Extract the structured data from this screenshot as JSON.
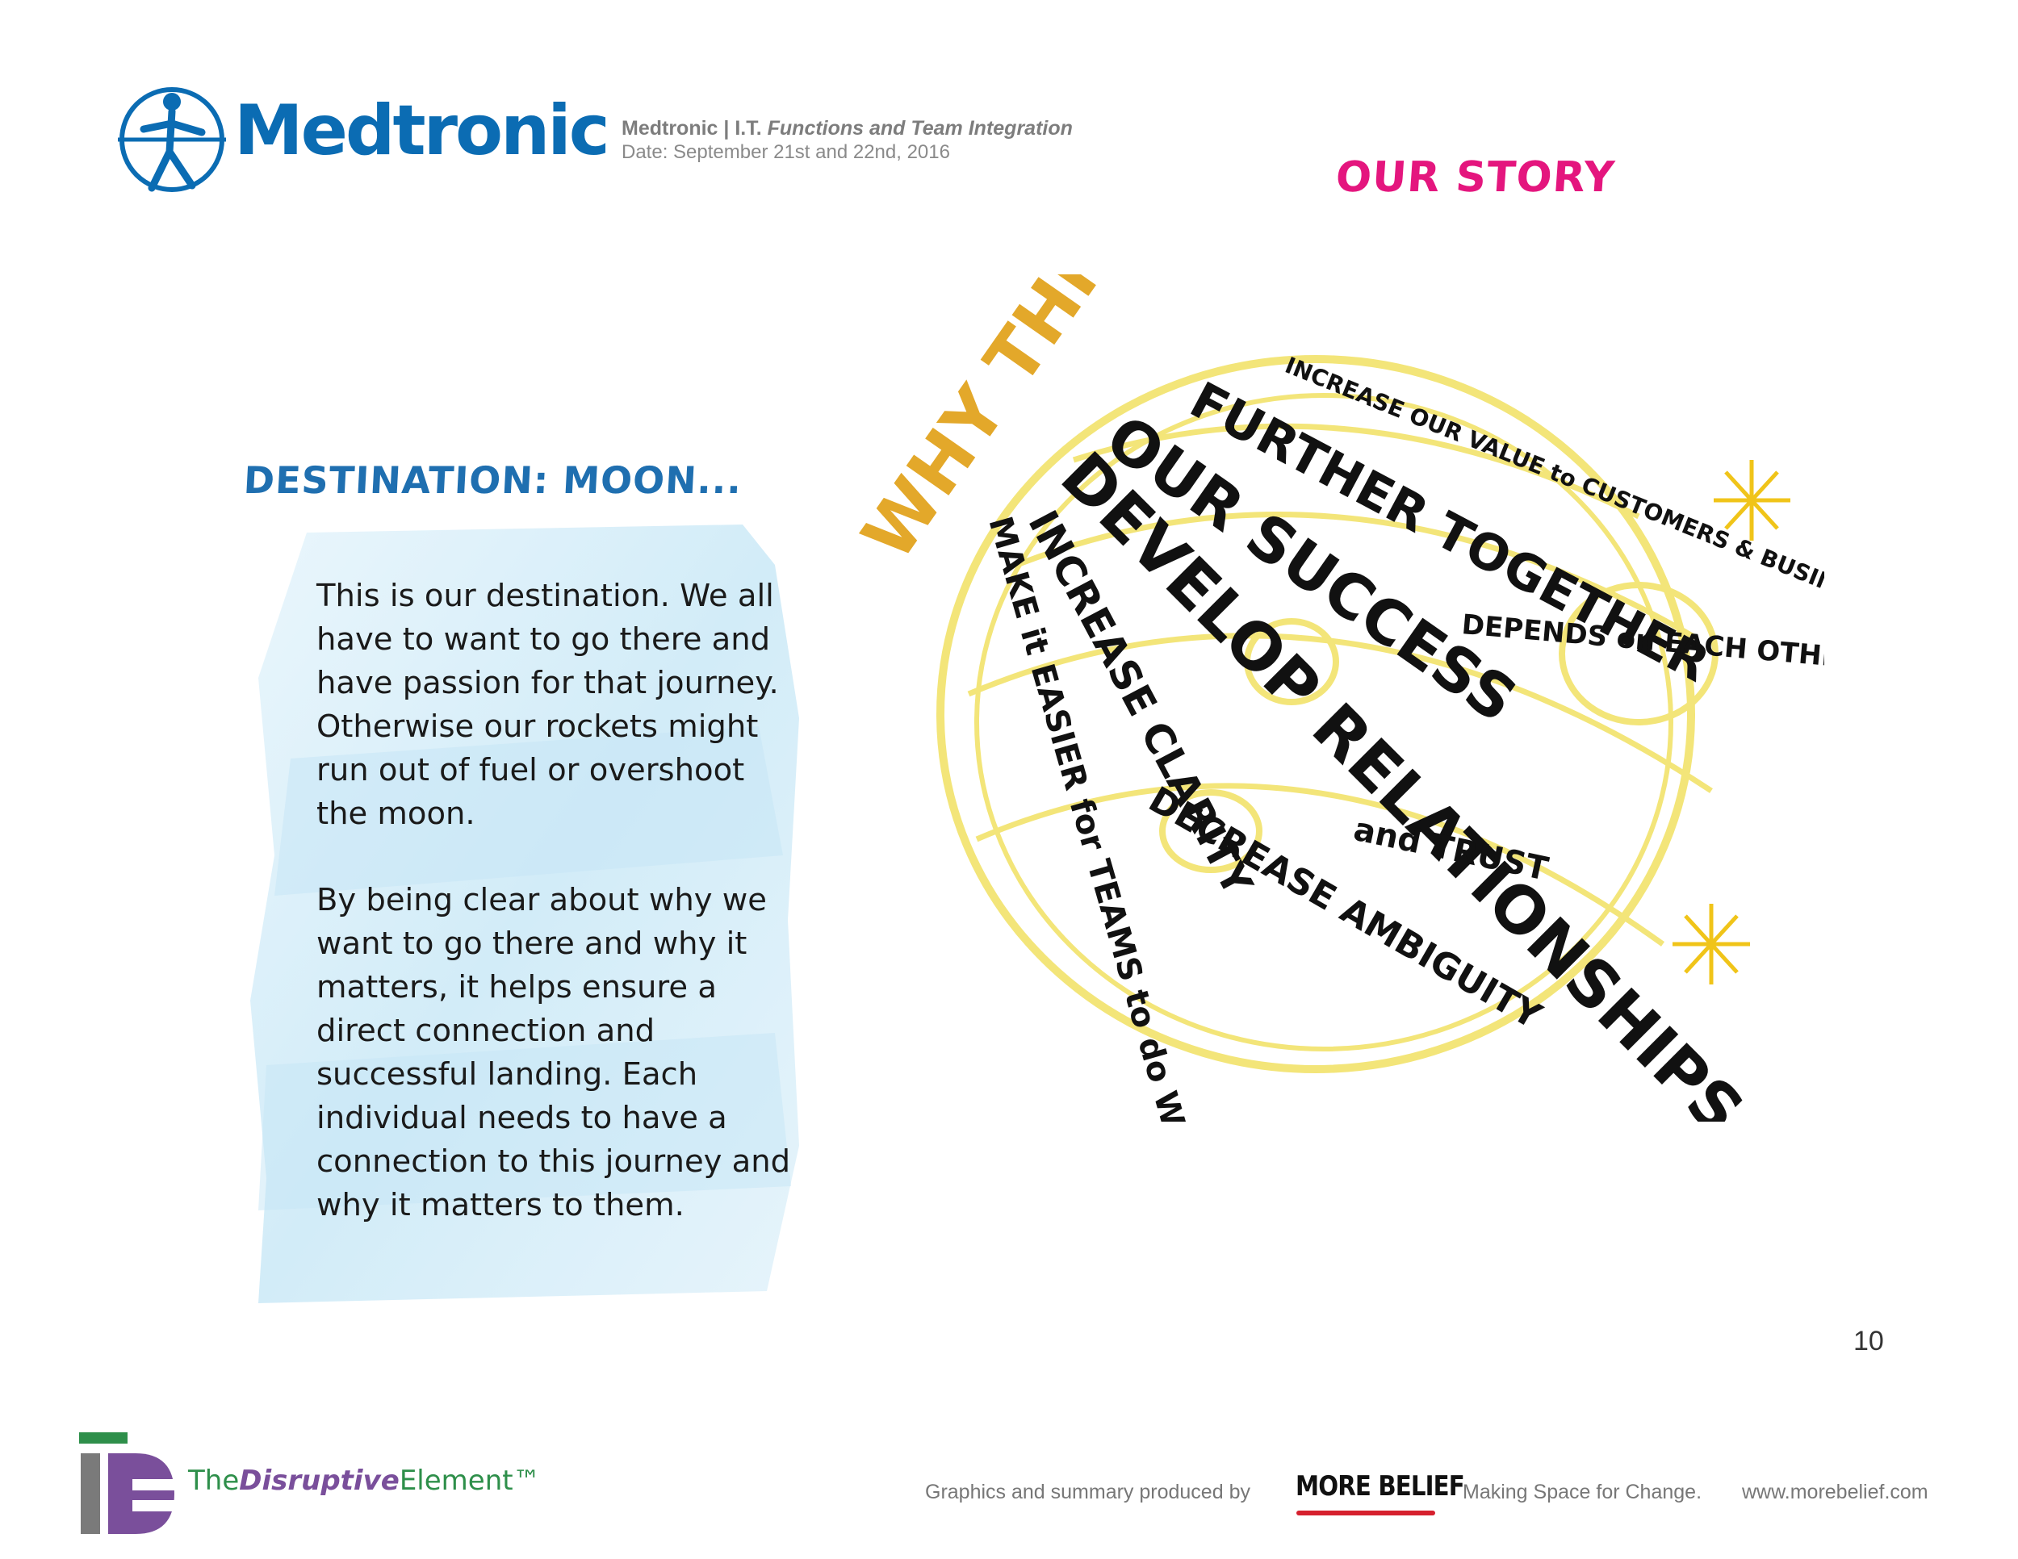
{
  "header": {
    "brand": "Medtronic",
    "title_plain": "Medtronic | I.T. ",
    "title_italic": "Functions and Team Integration",
    "date": "Date: September 21st and 22nd, 2016",
    "section": "OUR STORY"
  },
  "left_panel": {
    "heading": "DESTINATION: MOON...",
    "paragraph1": "This is our destination.  We all have to want to go there and have passion for that journey. Otherwise our rockets might run out of fuel or overshoot the moon.",
    "paragraph2": "By being clear about why we want to go there and why it matters, it helps ensure a direct connection and successful landing.  Each individual needs to have a connection to this journey and why it matters to them."
  },
  "illustration": {
    "headline": "WHY THIS MATTERS!",
    "phrases": [
      "INCREASE OUR VALUE to CUSTOMERS & BUSINESS",
      "FURTHER TOGETHER",
      "OUR SUCCESS",
      "DEPENDS on EACH OTHER",
      "DEVELOP RELATIONSHIPS",
      "and TRUST",
      "INCREASE CLARITY",
      "DECREASE AMBIGUITY",
      "MAKE it EASIER for TEAMS to do WORK"
    ],
    "colors": {
      "ink": "#111111",
      "gold": "#e3a82a",
      "moon": "#f2e36b"
    }
  },
  "page_number": "10",
  "footer": {
    "te_the": "The",
    "te_disruptive": "Disruptive",
    "te_element": "Element™",
    "produced_by": "Graphics and summary produced by",
    "more_belief": "MORE BELIEF",
    "tagline": "Making Space for Change.",
    "url": "www.morebelief.com"
  },
  "colors": {
    "medtronic_blue": "#0b6cb3",
    "section_pink": "#e4167e",
    "heading_blue": "#1f6fb0",
    "te_green": "#2e8f4a",
    "te_purple": "#7a4f9b",
    "mb_red": "#d6202e"
  }
}
